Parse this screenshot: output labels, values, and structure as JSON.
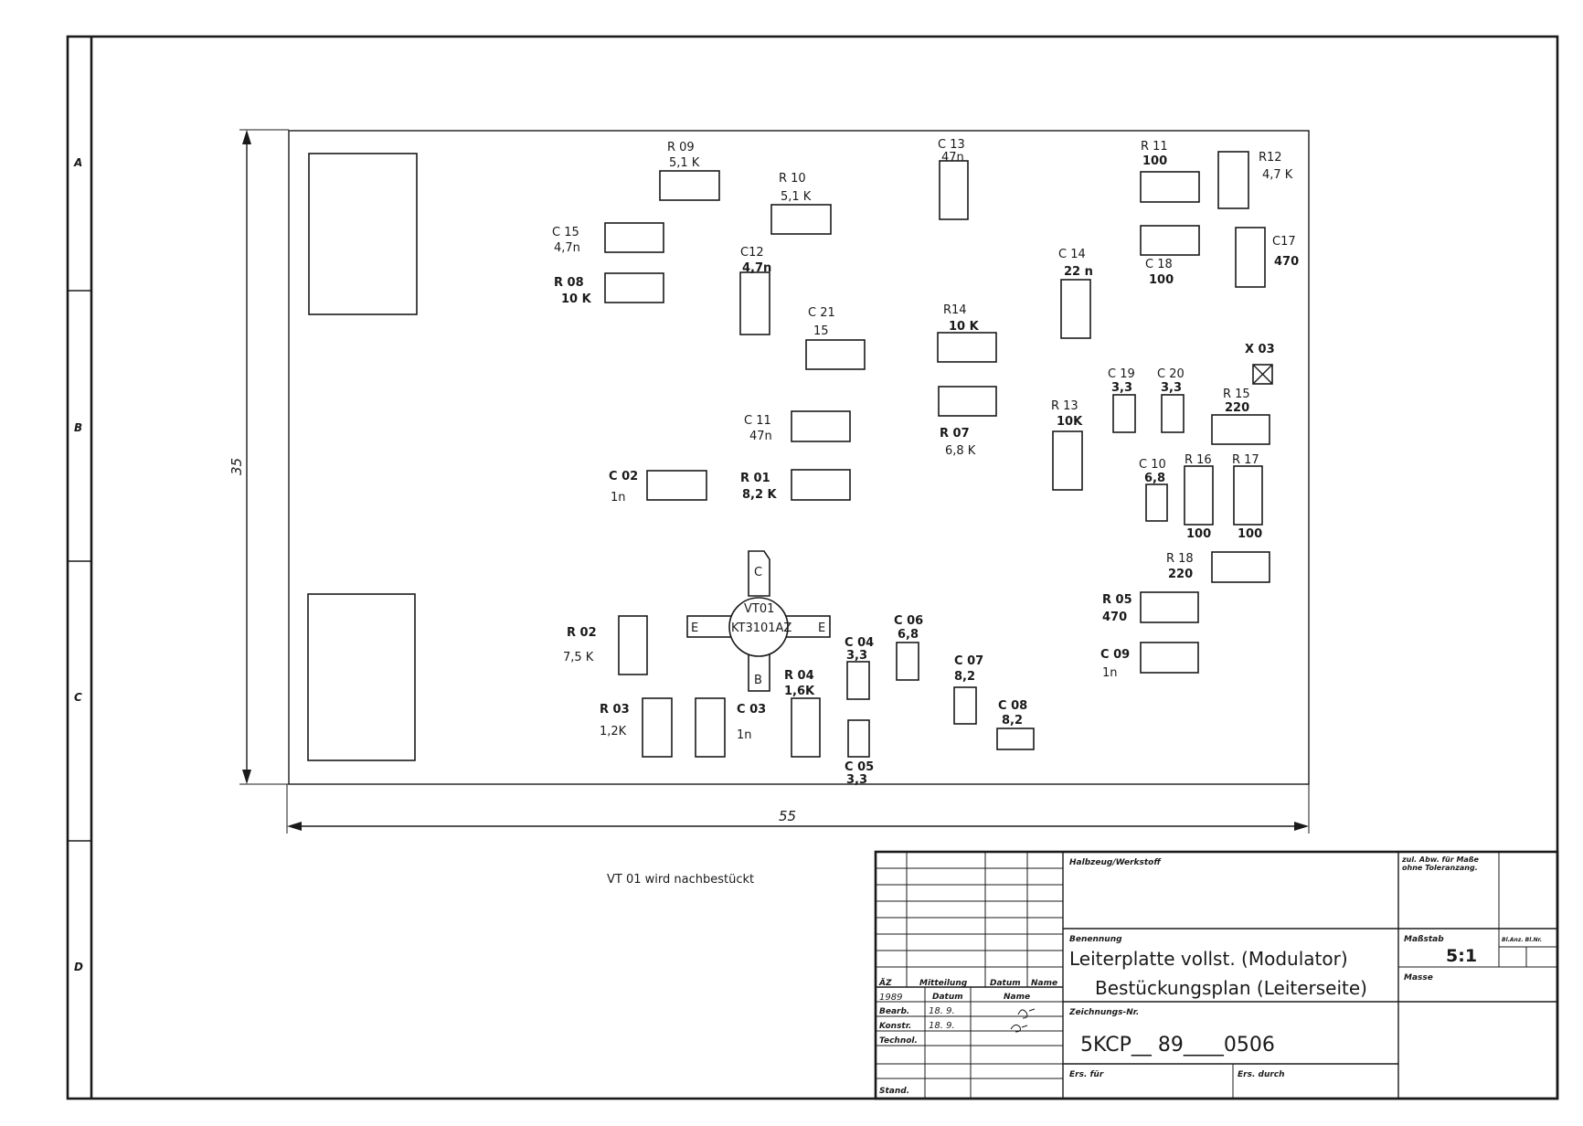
{
  "zones": [
    "A",
    "B",
    "C",
    "D"
  ],
  "dimensions": {
    "height": "35",
    "width": "55"
  },
  "note": "VT 01 wird nachbestückt",
  "components": [
    {
      "ref": "R 09",
      "value": "5,1 K"
    },
    {
      "ref": "R 10",
      "value": "5,1 K"
    },
    {
      "ref": "C 13",
      "value": "47n"
    },
    {
      "ref": "R 11",
      "value": "100"
    },
    {
      "ref": "R12",
      "value": "4,7 K"
    },
    {
      "ref": "C 15",
      "value": "4,7n"
    },
    {
      "ref": "R 08",
      "value": "10 K"
    },
    {
      "ref": "C12",
      "value": "4,7n"
    },
    {
      "ref": "C 14",
      "value": "22 n"
    },
    {
      "ref": "C 18",
      "value": "100"
    },
    {
      "ref": "C17",
      "value": "470"
    },
    {
      "ref": "C 21",
      "value": "15"
    },
    {
      "ref": "R14",
      "value": "10 K"
    },
    {
      "ref": "C 11",
      "value": "47n"
    },
    {
      "ref": "R 07",
      "value": "6,8 K"
    },
    {
      "ref": "R 13",
      "value": "10K"
    },
    {
      "ref": "C 19",
      "value": "3,3"
    },
    {
      "ref": "C 20",
      "value": "3,3"
    },
    {
      "ref": "R 15",
      "value": "220"
    },
    {
      "ref": "C 02",
      "value": "1n"
    },
    {
      "ref": "R 01",
      "value": "8,2 K"
    },
    {
      "ref": "C 10",
      "value": "6,8"
    },
    {
      "ref": "R 16",
      "value": "100"
    },
    {
      "ref": "R 17",
      "value": "100"
    },
    {
      "ref": "R 18",
      "value": "220"
    },
    {
      "ref": "R 05",
      "value": "470"
    },
    {
      "ref": "C 09",
      "value": "1n"
    },
    {
      "ref": "R 02",
      "value": "7,5 K"
    },
    {
      "ref": "C 06",
      "value": "6,8"
    },
    {
      "ref": "C 04",
      "value": "3,3"
    },
    {
      "ref": "C 07",
      "value": "8,2"
    },
    {
      "ref": "R 04",
      "value": "1,6K"
    },
    {
      "ref": "C 08",
      "value": "8,2"
    },
    {
      "ref": "R 03",
      "value": "1,2K"
    },
    {
      "ref": "C 03",
      "value": "1n"
    },
    {
      "ref": "C 05",
      "value": "3,3"
    }
  ],
  "connector": {
    "ref": "X 03"
  },
  "transistor": {
    "ref": "VT01",
    "type": "KT3101AZ",
    "pin_c": "C",
    "pin_b": "B",
    "pin_e1": "E",
    "pin_e2": "E"
  },
  "title_block": {
    "halbzeug_label": "Halbzeug/Werkstoff",
    "tolerance_label": "zul. Abw. für Maße ohne Toleranzang.",
    "benennung_label": "Benennung",
    "title_line1": "Leiterplatte vollst. (Modulator)",
    "title_line2": "Bestückungsplan (Leiterseite)",
    "scale_label": "Maßstab",
    "scale_value": "5:1",
    "sheet_label": "Bl.Anz. Bl.Nr.",
    "mass_label": "Masse",
    "az_label": "ÄZ",
    "mitteilung_label": "Mitteilung",
    "datum_label": "Datum",
    "name_label": "Name",
    "year": "1989",
    "datum_label2": "Datum",
    "name_label2": "Name",
    "bearb_label": "Bearb.",
    "bearb_date": "18. 9.",
    "konstr_label": "Konstr.",
    "konstr_date": "18. 9.",
    "technol_label": "Technol.",
    "stand_label": "Stand.",
    "zeichnungs_label": "Zeichnungs-Nr.",
    "drawing_number": "5KCP__ 89____0506",
    "ers_fuer_label": "Ers. für",
    "ers_durch_label": "Ers. durch"
  },
  "colors": {
    "ink": "#1a1a1a",
    "paper": "#ffffff"
  }
}
